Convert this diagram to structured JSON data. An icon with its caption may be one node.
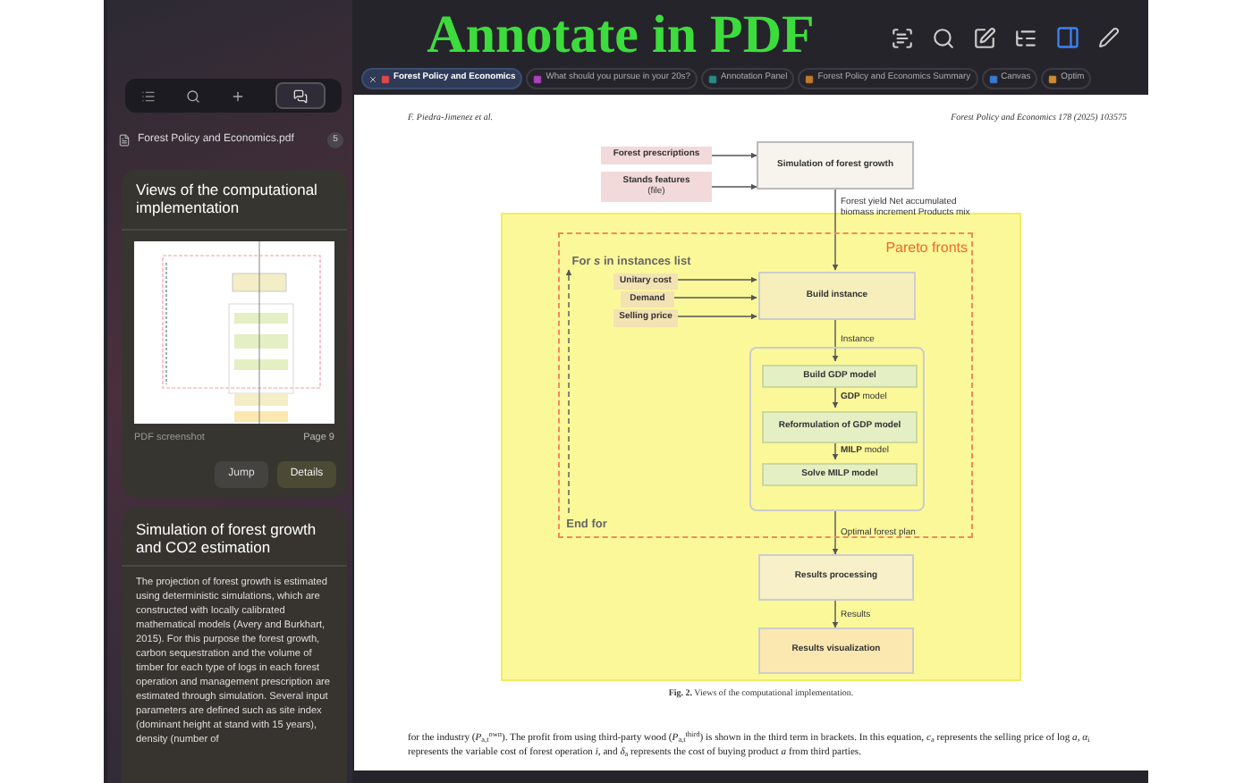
{
  "diagram": {
    "title": "Annotate in PDF",
    "caption": "**Fig. 2.** Views of the computational implementation.",
    "nodes": [
      {
        "text": [
          "Forest prescriptions"
        ]
      },
      {
        "text": [
          "Stands features",
          "(file)"
        ]
      },
      {
        "text": [
          "Simulation of forest growth"
        ]
      },
      {
        "text": [
          "Pareto fronts"
        ]
      },
      {
        "text": [
          "**For** *s* in instances list"
        ],
        "in": 3
      },
      {
        "text": [
          "End **for**"
        ],
        "in": 3
      },
      {
        "text": [
          "Unitary cost"
        ],
        "in": 3
      },
      {
        "text": [
          "Demand"
        ],
        "in": 3
      },
      {
        "text": [
          "Selling price"
        ],
        "in": 3
      },
      {
        "text": [
          "Build instance"
        ],
        "in": 3
      },
      {
        "text": [],
        "shape": "box",
        "in": 3
      },
      {
        "text": [
          "Build GDP model"
        ],
        "in": 10
      },
      {
        "text": [
          "Reformulation of GDP model"
        ],
        "in": 10
      },
      {
        "text": [
          "Solve MILP model"
        ],
        "in": 10
      },
      {
        "text": [
          "Results processing"
        ]
      },
      {
        "text": [
          "Results visualization"
        ]
      }
    ],
    "edges": [
      {
        "from": 0,
        "to": 2,
        "arrow": "to"
      },
      {
        "from": 1,
        "to": 2,
        "arrow": "to"
      },
      {
        "from": 2,
        "to": 9,
        "arrow": "to",
        "label": "Forest yield Net accumulated biomass increment Products mix"
      },
      {
        "from": 6,
        "to": 9,
        "arrow": "to"
      },
      {
        "from": 7,
        "to": 9,
        "arrow": "to"
      },
      {
        "from": 8,
        "to": 9,
        "arrow": "to"
      },
      {
        "from": 9,
        "to": 11,
        "arrow": "to",
        "label": "Instance"
      },
      {
        "from": 11,
        "to": 12,
        "arrow": "to",
        "label": "**GDP** model"
      },
      {
        "from": 12,
        "to": 13,
        "arrow": "to",
        "label": "**MILP** model"
      },
      {
        "from": 10,
        "to": 14,
        "arrow": "to",
        "label": "Optimal forest plan"
      },
      {
        "from": 14,
        "to": 15,
        "arrow": "to",
        "label": "Results"
      },
      {
        "from": 5,
        "to": 4,
        "arrow": "to",
        "style": "dashed"
      }
    ],
    "labels": [
      "Forest Policy and Economics.pdf",
      "5",
      "Views of the computational implementation",
      "PDF screenshot",
      "Page 9",
      "Jump",
      "Details",
      "Simulation of forest growth and CO2 estimation",
      "The projection of forest growth is estimated using deterministic simulations, which are constructed with locally calibrated mathematical models (Avery and Burkhart, 2015). For this purpose the forest growth, carbon sequestration and the volume of timber for each type of logs in each forest operation and management prescription are estimated through simulation. Several input parameters are defined such as site index (dominant height at stand with 15 years), density (number of",
      "Forest Policy and Economics",
      "What should you pursue in your 20s?",
      "Annotation Panel",
      "Forest Policy and Economics Summary",
      "Canvas",
      "Optim",
      "F. Piedra-Jimenez et al.",
      "Forest Policy and Economics 178 (2025) 103575",
      "for the industry (*P*$_{a,t}$$^{own}$). The profit from using third-party wood (*P*$_{a,t}$$^{third}$) is shown in the third term in brackets. In this equation, *c*$_{a}$ represents the selling price of log *a*, *α*$_{i}$ represents the variable cost of forest operation *i*, and *δ*$_{a}$ represents the cost of buying product *a* from third parties."
    ]
  }
}
